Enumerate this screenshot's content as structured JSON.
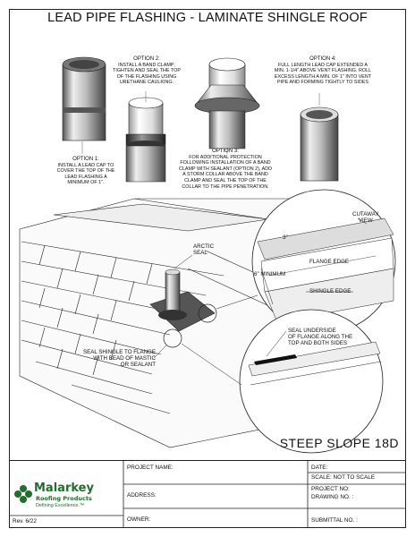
{
  "title": "LEAD PIPE FLASHING - LAMINATE SHINGLE ROOF",
  "options": [
    {
      "heading": "OPTION 1:",
      "lines": [
        "INSTALL A LEAD CAP TO",
        "COVER THE TOP OF THE",
        "LEAD FLASHING A",
        "MINIMUM OF 1\"."
      ]
    },
    {
      "heading": "OPTION 2:",
      "lines": [
        "INSTALL A BAND CLAMP;",
        "TIGHTEN AND SEAL THE TOP",
        "OF THE FLASHING USING",
        "URETHANE CAULKING."
      ]
    },
    {
      "heading": "OPTION 3:",
      "lines": [
        "FOR ADDITIONAL PROTECTION",
        "FOLLOWING INSTALLATION OF A BAND",
        "CLAMP WITH SEALANT (OPTION 2), ADD",
        "A STORM COLLAR ABOVE THE BAND",
        "CLAMP AND SEAL THE TOP OF THE",
        "COLLAR TO THE PIPE PENETRATION."
      ]
    },
    {
      "heading": "OPTION 4:",
      "lines": [
        "FULL LENGTH LEAD CAP EXTENDED A",
        "MIN. 1-1/4\" ABOVE VENT FLASHING. ROLL",
        "EXCESS LENGTH A MIN. OF 1\" INTO VENT",
        "PIPE AND FORMING TIGHTLY TO SIDES"
      ]
    }
  ],
  "callouts": {
    "arctic_seal": [
      "ARCTIC",
      "SEAL"
    ],
    "cutaway_view": [
      "CUTAWAY",
      "VIEW"
    ],
    "three_in": "3\"",
    "flange_edge": "FLANGE EDGE",
    "six_min": "6\" MINIMUM",
    "shingle_edge": "SHINGLE EDGE",
    "seal_underside": [
      "SEAL UNDERSIDE",
      "OF FLANGE ALONG THE",
      "TOP AND BOTH SIDES"
    ],
    "seal_shingle": [
      "SEAL SHINGLE TO FLANGE",
      "WITH BEAD OF MASTIC",
      "OR SEALANT"
    ]
  },
  "steep_slope": "STEEP SLOPE 18D",
  "title_block": {
    "project_name": "PROJECT NAME:",
    "address": "ADDRESS:",
    "owner": "OWNER:",
    "date": "DATE:",
    "scale": "SCALE:  NOT TO SCALE",
    "project_no": "PROJECT NO:",
    "drawing_no": "DRAWING NO. :",
    "submittal_no": "SUBMITTAL NO. :",
    "revision": "Rev. 6/22",
    "logo_line1": "Malarkey",
    "logo_line2": "Roofing Products",
    "tagline": "Defining Excellence.™"
  },
  "colors": {
    "logo_green": "#1f6e2a",
    "ink": "#111111"
  }
}
